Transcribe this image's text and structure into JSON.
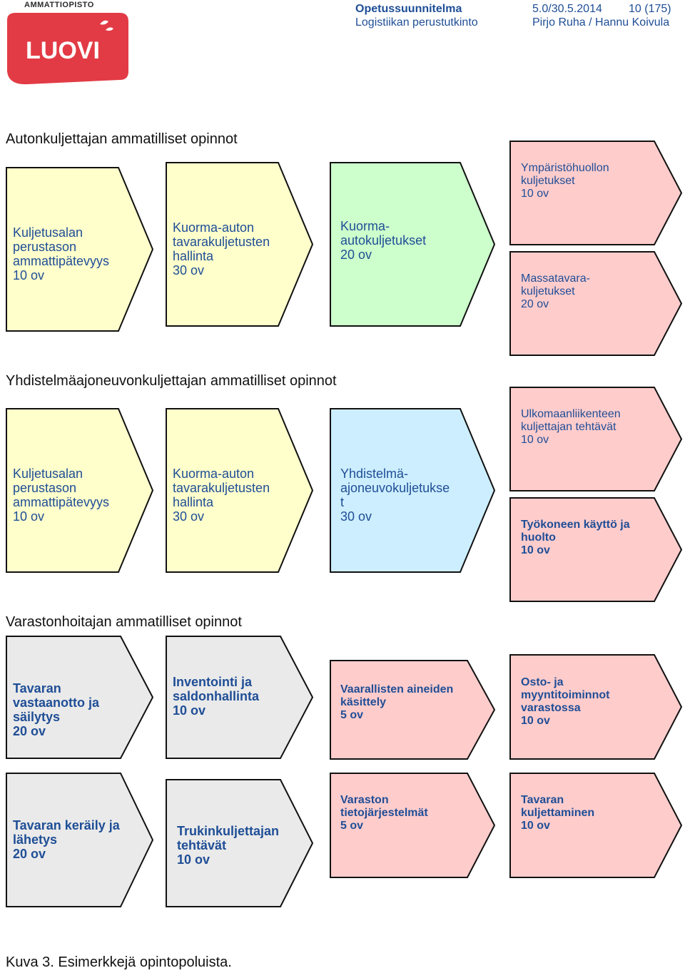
{
  "header": {
    "doc_name": "Opetussuunnitelma",
    "version": "5.0/30.5.2014",
    "page": "10 (175)",
    "subtitle": "Logistiikan perustutkinto",
    "authors": "Pirjo Ruha / Hannu Koivula"
  },
  "logo": {
    "org": "AMMATTIOPISTO",
    "brand": "LUOVI"
  },
  "colors": {
    "yellow": "#ffffcc",
    "green": "#ccffcc",
    "blue": "#cceeff",
    "pink": "#ffcccc",
    "gray": "#eaeaea",
    "brand_red": "#e23b45",
    "text_blue": "#1f4e96"
  },
  "sections": {
    "s1": {
      "title": "Autonkuljettajan ammatilliset opinnot",
      "boxes": [
        [
          "Kuljetusalan",
          "perustason",
          "ammattipätevyys",
          "10 ov"
        ],
        [
          "Kuorma-auton",
          "tavarakuljetusten",
          "hallinta",
          "30 ov"
        ],
        [
          "Kuorma-",
          "autokuljetukset",
          " 20 ov"
        ],
        [
          "Ympäristöhuollon",
          "kuljetukset",
          "10 ov"
        ],
        [
          "Massatavara-",
          "kuljetukset",
          " 20 ov"
        ]
      ]
    },
    "s2": {
      "title": "Yhdistelmäajoneuvonkuljettajan ammatilliset opinnot",
      "boxes": [
        [
          "Kuljetusalan",
          "perustason",
          "ammattipätevyys",
          "10 ov"
        ],
        [
          "Kuorma-auton",
          "tavarakuljetusten",
          "hallinta",
          "30 ov"
        ],
        [
          "Yhdistelmä-",
          "ajoneuvokuljetukse",
          "t",
          "30 ov"
        ],
        [
          "Ulkomaanliikenteen",
          "kuljettajan tehtävät",
          "10 ov"
        ],
        [
          "Työkoneen käyttö ja",
          "huolto",
          "10 ov"
        ]
      ]
    },
    "s3": {
      "title": "Varastonhoitajan ammatilliset opinnot",
      "boxes": [
        [
          "Tavaran",
          "vastaanotto ja",
          "säilytys",
          "20 ov"
        ],
        [
          "Inventointi ja",
          "saldonhallinta",
          "10 ov"
        ],
        [
          "Vaarallisten aineiden",
          "käsittely",
          "5 ov"
        ],
        [
          "Osto- ja",
          "myyntitoiminnot",
          "varastossa",
          " 10 ov"
        ],
        [
          "Tavaran keräily ja",
          "lähetys",
          "20 ov"
        ],
        [
          "Trukinkuljettajan",
          "tehtävät",
          " 10 ov"
        ],
        [
          "Varaston",
          "tietojärjestelmät",
          "5 ov"
        ],
        [
          "Tavaran",
          "kuljettaminen",
          " 10 ov"
        ]
      ]
    }
  },
  "caption": "Kuva 3. Esimerkkejä opintopoluista."
}
